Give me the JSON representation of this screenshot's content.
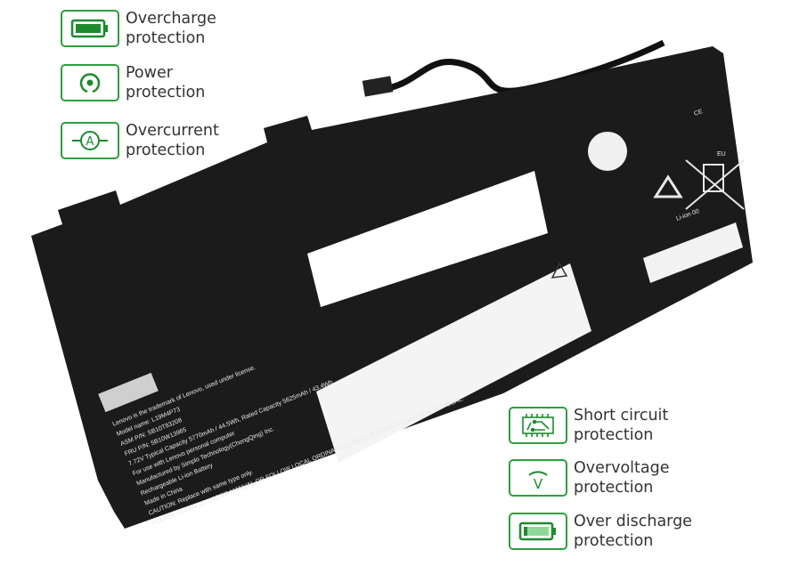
{
  "features_left": [
    {
      "title": "Overcharge",
      "subtitle": "protection",
      "icon": "battery-full-icon"
    },
    {
      "title": "Power",
      "subtitle": "protection",
      "icon": "power-icon"
    },
    {
      "title": "Overcurrent",
      "subtitle": "protection",
      "icon": "ammeter-icon"
    }
  ],
  "features_right": [
    {
      "title": "Short circuit",
      "subtitle": "protection",
      "icon": "circuit-board-icon"
    },
    {
      "title": "Overvoltage",
      "subtitle": "protection",
      "icon": "voltmeter-icon"
    },
    {
      "title": "Over discharge",
      "subtitle": "protection",
      "icon": "battery-low-icon"
    }
  ],
  "battery_label": {
    "lines": [
      "Lenovo is the trademark of Lenovo, used under license.",
      "Model name: L19M4P73",
      "ASM P/N: SB10T83208",
      "FRU P/N: 5B10W13965",
      "7.72V Typical Capacity 5770mAh / 44.5Wh, Rated Capacity 5625mAh / 43.4Wh",
      "For use with Lenovo personal computer",
      "Manufactured by Simplo Technology(ChongQing) Inc.",
      "Rechargeable Li-ion Battery",
      "Made in China",
      "CAUTION: Replace with same type only.",
      "PLEASE REFER TO USER'S MANUAL OR FOLLOW LOCAL ORDINANCES AND/OR REGULATIONS FOR DISPOSAL."
    ],
    "cert_text": "Li-ion 00",
    "ce_mark": "CE",
    "eu_mark": "EU"
  },
  "colors": {
    "accent": "#2e9e3e",
    "battery": "#1a1a1a"
  }
}
